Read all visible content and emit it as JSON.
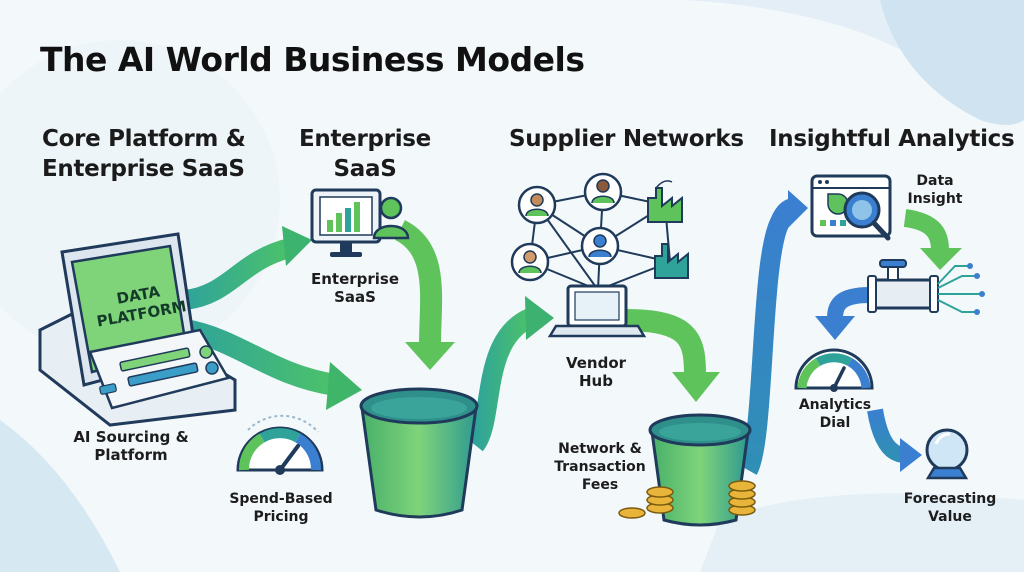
{
  "title": "The AI World Business Models",
  "headings": {
    "core_platform": [
      "Core Platform &",
      "Enterprise SaaS"
    ],
    "enterprise_saas": [
      "Enterprise",
      "SaaS"
    ],
    "supplier_networks": "Supplier Networks",
    "insightful_analytics": "Insightful Analytics"
  },
  "labels": {
    "data_platform_screen": [
      "DATA",
      "PLATFORM"
    ],
    "ai_sourcing": [
      "AI Sourcing &",
      "Platform"
    ],
    "spend_based": [
      "Spend-Based",
      "Pricing"
    ],
    "enterprise_saas": [
      "Enterprise",
      "SaaS"
    ],
    "vendor_hub": [
      "Vendor",
      "Hub"
    ],
    "network_fees": [
      "Network &",
      "Transaction",
      "Fees"
    ],
    "data_insight": [
      "Data",
      "Insight"
    ],
    "analytics_dial": [
      "Analytics",
      "Dial"
    ],
    "forecasting_value": [
      "Forecasting",
      "Value"
    ]
  },
  "icons": [
    "laptop-icon",
    "monitor-icon",
    "bar-chart-icon",
    "user-icon",
    "bucket-icon",
    "gauge-icon",
    "network-icon",
    "factory-icon",
    "coins-icon",
    "dashboard-icon",
    "magnifier-icon",
    "pipe-icon",
    "crystal-ball-icon",
    "arrow-icon"
  ],
  "colors": {
    "green": "#5fc35c",
    "green_dark": "#2f8f4a",
    "teal": "#2fa39a",
    "blue": "#3a7fd0",
    "navy": "#1f3a5a",
    "gold": "#e8b53a"
  }
}
